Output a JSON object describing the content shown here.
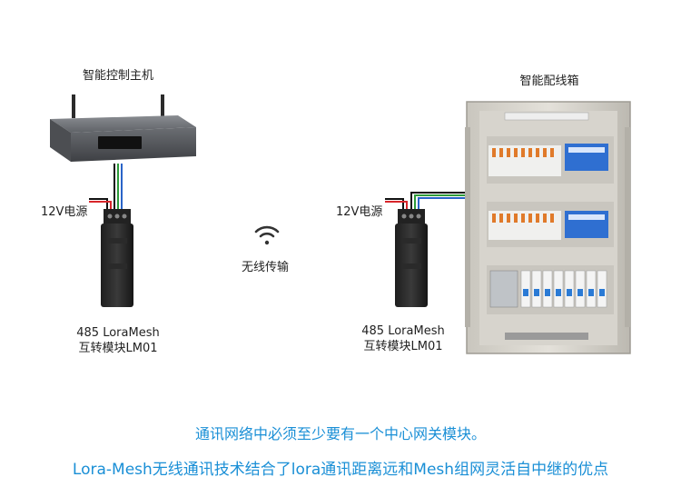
{
  "host": {
    "title": "智能控制主机"
  },
  "cabinet": {
    "title": "智能配线箱"
  },
  "left_module": {
    "power_label": "12V电源",
    "name_line1": "485 LoraMesh",
    "name_line2": "互转模块LM01"
  },
  "right_module": {
    "power_label": "12V电源",
    "name_line1": "485 LoraMesh",
    "name_line2": "互转模块LM01"
  },
  "wireless": {
    "label": "无线传输",
    "icon": "wifi-icon"
  },
  "captions": {
    "line1": "通讯网络中必须至少要有一个中心网关模块。",
    "line2": "Lora-Mesh无线通讯技术结合了lora通讯距离远和Mesh组网灵活自中继的优点"
  },
  "colors": {
    "caption": "#1a8fd6",
    "wire_red": "#d8262b",
    "wire_blue": "#2a64c8",
    "wire_green": "#2e9b3a",
    "wire_black": "#111111"
  }
}
